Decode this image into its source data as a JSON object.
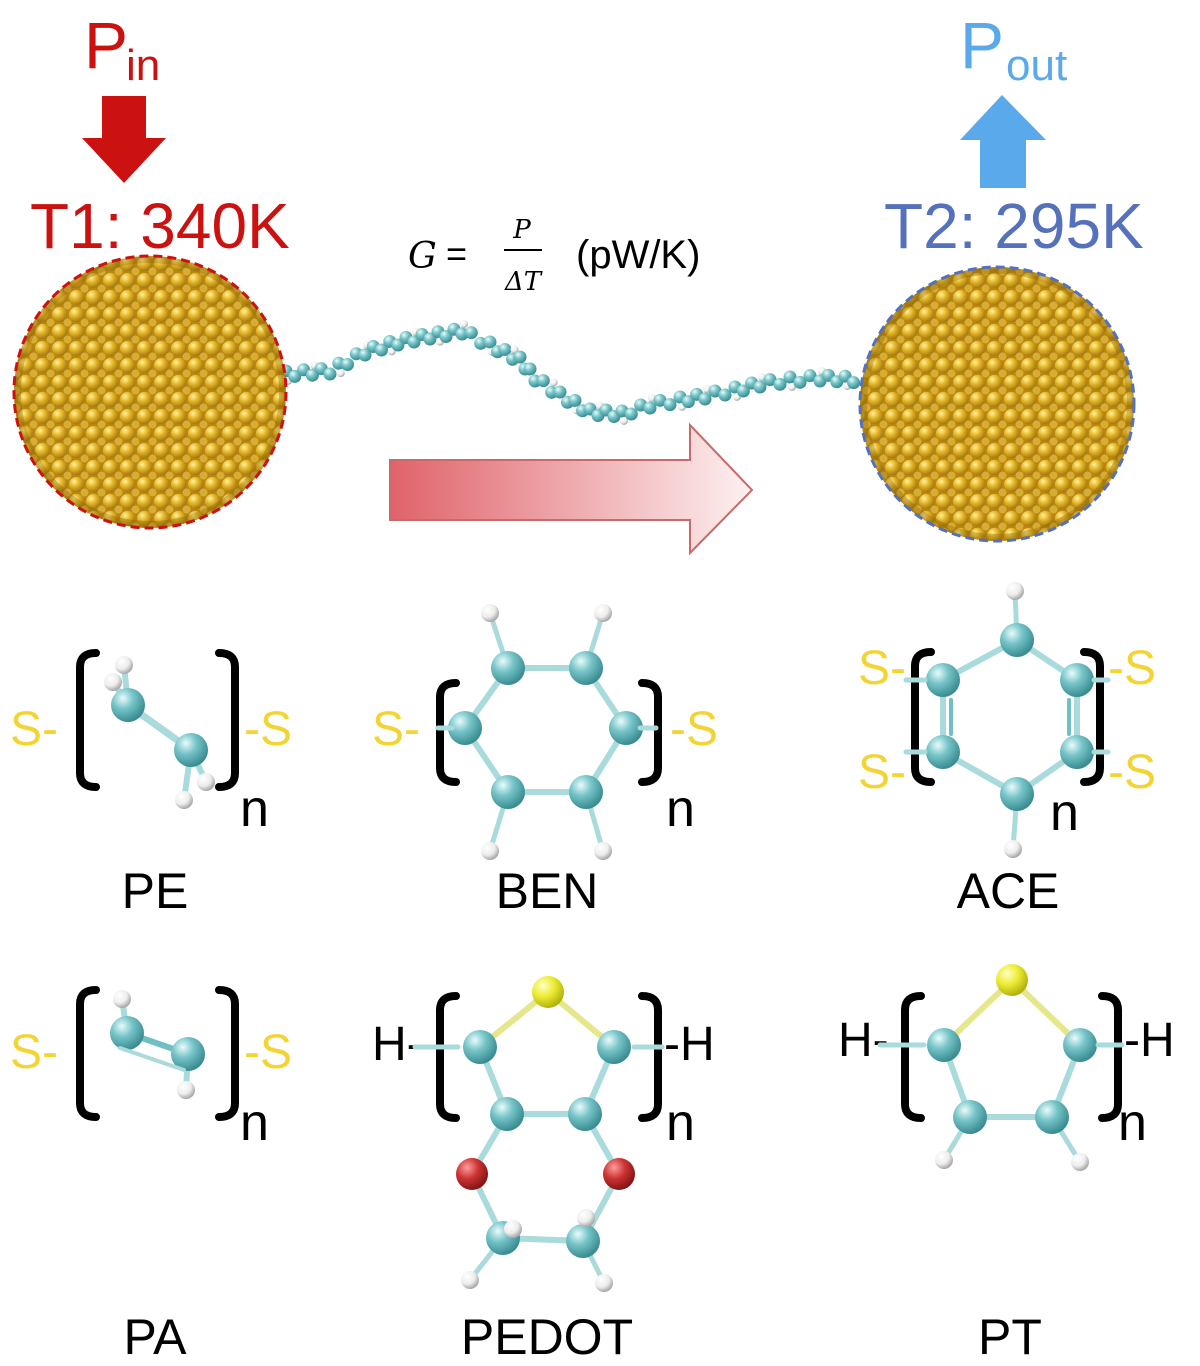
{
  "power_in": {
    "symbol": "P",
    "subscript": "in"
  },
  "power_out": {
    "symbol": "P",
    "subscript": "out"
  },
  "hot_lead": {
    "label": "T1: 340K",
    "temperature_K": 340
  },
  "cold_lead": {
    "label": "T2: 295K",
    "temperature_K": 295
  },
  "formula": {
    "lhs": "G",
    "equals": "=",
    "numerator": "P",
    "denominator": "ΔT",
    "units": "(pW/K)"
  },
  "colors": {
    "hot": "#cc1111",
    "cold_label": "#5571bb",
    "out_arrow": "#5aa9ea",
    "gold": "#e0b320",
    "carbon": "#6fbfc3",
    "sulfur_label": "#f2d534",
    "sulfur_atom": "#eeee33",
    "oxygen_atom": "#cc3333",
    "hydrogen_atom": "#f2f2f2"
  },
  "structures": [
    {
      "name": "PE",
      "left": "S-",
      "right": "-S",
      "repeat": "n"
    },
    {
      "name": "BEN",
      "left": "S-",
      "right": "-S",
      "repeat": "n"
    },
    {
      "name": "ACE",
      "left_top": "S-",
      "left_bottom": "S-",
      "right_top": "-S",
      "right_bottom": "-S",
      "repeat": "n"
    },
    {
      "name": "PA",
      "left": "S-",
      "right": "-S",
      "repeat": "n"
    },
    {
      "name": "PEDOT",
      "left": "H-",
      "right": "-H",
      "repeat": "n"
    },
    {
      "name": "PT",
      "left": "H-",
      "right": "-H",
      "repeat": "n"
    }
  ]
}
